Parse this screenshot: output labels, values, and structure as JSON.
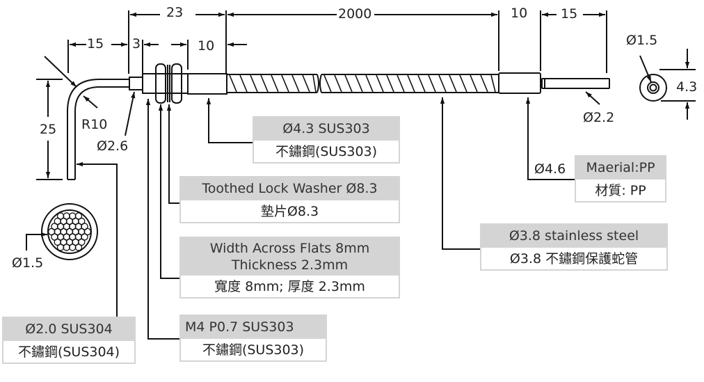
{
  "dimensions": {
    "top_23": "23",
    "top_2000": "2000",
    "top_10_right": "10",
    "top_15_right": "15",
    "left_15": "15",
    "left_3": "3",
    "left_10": "10",
    "height_25": "25",
    "radius": "R10",
    "dia_2_6": "Ø2.6",
    "dia_2_2": "Ø2.2",
    "end_dia_1_5": "Ø1.5",
    "end_4_3": "4.3",
    "bundle_dia_1_5": "Ø1.5",
    "dia_4_6": "Ø4.6"
  },
  "callouts": {
    "tube_sleeve": {
      "header": "Ø4.3   SUS303",
      "body": "不鏽鋼(SUS303)"
    },
    "lock_washer": {
      "header": "Toothed Lock Washer Ø8.3",
      "body": "墊片Ø8.3"
    },
    "nut": {
      "header_line1": "Width Across Flats 8mm",
      "header_line2": "Thickness 2.3mm",
      "body": "寬度 8mm; 厚度 2.3mm"
    },
    "thread": {
      "header": "M4 P0.7 SUS303",
      "body": "不鏽鋼(SUS303)"
    },
    "probe_tube": {
      "header": "Ø2.0   SUS304",
      "body": "不鏽鋼(SUS304)"
    },
    "pp_sleeve": {
      "header": "Maerial:PP",
      "body": "材質: PP"
    },
    "armor": {
      "header": "Ø3.8 stainless steel",
      "body": "Ø3.8 不鏽鋼保護蛇管"
    }
  }
}
